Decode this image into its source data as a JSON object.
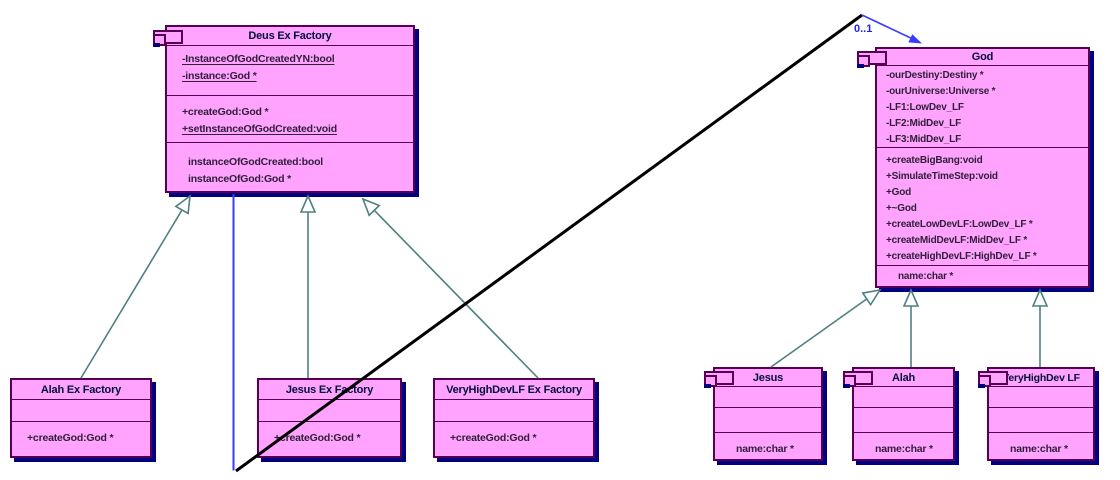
{
  "diagram_title": "Deus Ex Factory / God UML class diagram",
  "colors": {
    "class_fill": "#ffa3ff",
    "class_border": "#550055",
    "drop_shadow": "#000080",
    "inheritance_line": "#4e8080",
    "association_blue": "#3a3aff",
    "association_black": "#000000",
    "title_text": "#001038",
    "member_text": "#30203a"
  },
  "association": {
    "multiplicity_label": "0..1"
  },
  "classes": {
    "deus_ex_factory": {
      "title": "Deus Ex Factory",
      "attributes": [
        {
          "text": "-InstanceOfGodCreatedYN:bool",
          "underline": true
        },
        {
          "text": "-instance:God *",
          "underline": true
        }
      ],
      "methods": [
        {
          "text": "+createGod:God *"
        },
        {
          "text": "+setInstanceOfGodCreated:void",
          "underline": true
        }
      ],
      "properties": [
        {
          "text": "instanceOfGodCreated:bool"
        },
        {
          "text": "instanceOfGod:God *"
        }
      ]
    },
    "god": {
      "title": "God",
      "attributes": [
        {
          "text": "-ourDestiny:Destiny *"
        },
        {
          "text": "-ourUniverse:Universe *"
        },
        {
          "text": "-LF1:LowDev_LF"
        },
        {
          "text": "-LF2:MidDev_LF"
        },
        {
          "text": "-LF3:MidDev_LF"
        }
      ],
      "methods": [
        {
          "text": "+createBigBang:void"
        },
        {
          "text": "+SimulateTimeStep:void"
        },
        {
          "text": "+God"
        },
        {
          "text": "+~God"
        },
        {
          "text": "+createLowDevLF:LowDev_LF *"
        },
        {
          "text": "+createMidDevLF:MidDev_LF *"
        },
        {
          "text": "+createHighDevLF:HighDev_LF *"
        }
      ],
      "properties": [
        {
          "text": "name:char *"
        }
      ]
    },
    "alah_ex_factory": {
      "title": "Alah Ex Factory",
      "methods": [
        {
          "text": "+createGod:God *"
        }
      ]
    },
    "jesus_ex_factory": {
      "title": "Jesus Ex Factory",
      "methods": [
        {
          "text": "+createGod:God *"
        }
      ]
    },
    "veryhighdevlf_ex_factory": {
      "title": "VeryHighDevLF Ex Factory",
      "methods": [
        {
          "text": "+createGod:God *"
        }
      ]
    },
    "jesus": {
      "title": "Jesus",
      "properties": [
        {
          "text": "name:char *"
        }
      ]
    },
    "alah": {
      "title": "Alah",
      "properties": [
        {
          "text": "name:char *"
        }
      ]
    },
    "veryhighdev_lf": {
      "title": "VeryHighDev LF",
      "properties": [
        {
          "text": "name:char *"
        }
      ]
    }
  }
}
